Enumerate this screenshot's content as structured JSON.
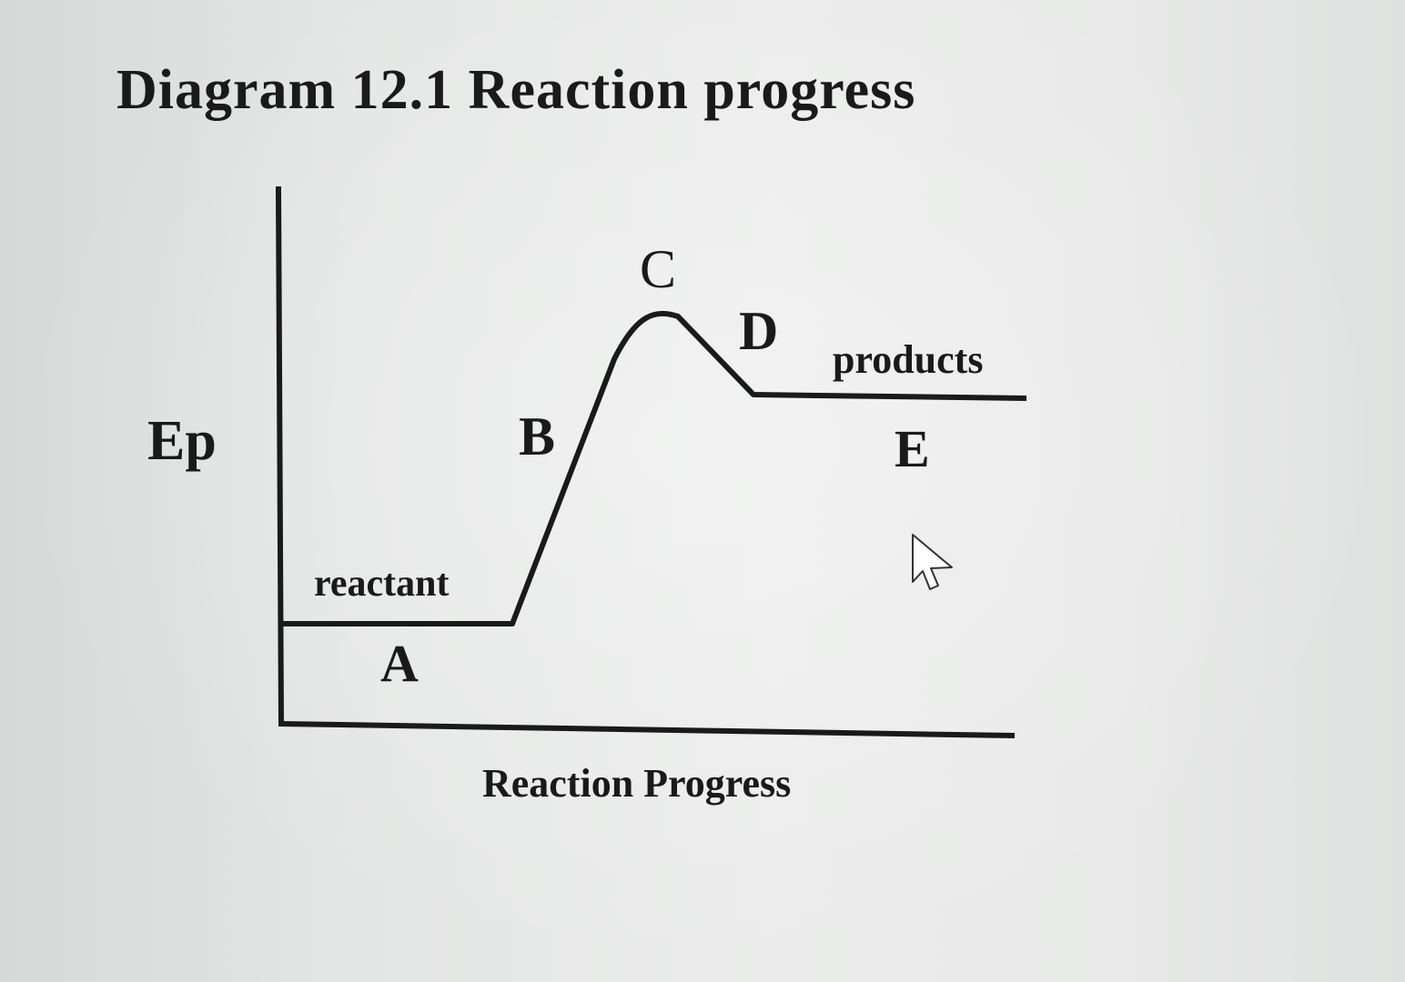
{
  "title": "Diagram 12.1 Reaction progress",
  "axes": {
    "y_label": "Ep",
    "x_label": "Reaction Progress"
  },
  "curve_labels": {
    "reactant": "reactant",
    "products": "products",
    "a": "A",
    "b": "B",
    "c": "C",
    "d": "D",
    "e": "E"
  },
  "colors": {
    "ink": "#1a1a1a",
    "cursor_fill": "#ffffff",
    "cursor_stroke": "#333333"
  },
  "icons": {
    "cursor": "mouse-pointer-icon"
  }
}
